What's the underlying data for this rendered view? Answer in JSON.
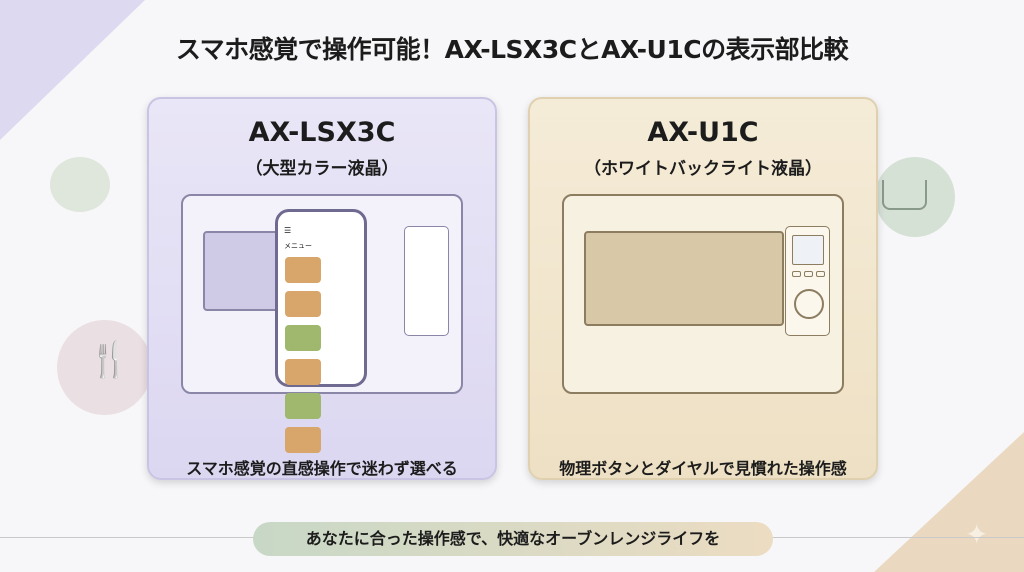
{
  "title": "スマホ感覚で操作可能！AX-LSX3CとAX-U1Cの表示部比較",
  "left_card": {
    "model": "AX-LSX3C",
    "subtitle": "（大型カラー液晶）",
    "caption": "スマホ感覚の直感操作で迷わず選べる",
    "phone_menu_title": "メニュー",
    "accent": "#dcd7f1"
  },
  "right_card": {
    "model": "AX-U1C",
    "subtitle": "（ホワイトバックライト液晶）",
    "caption": "物理ボタンとダイヤルで見慣れた操作感",
    "accent": "#eee0c4"
  },
  "footer": {
    "text": "あなたに合った操作感で、快適なオーブンレンジライフを"
  },
  "icons": [
    "fork-icon",
    "knife-icon",
    "pot-icon",
    "sparkle-icon",
    "hamburger-menu-icon",
    "bell-icon",
    "home-icon",
    "grid-icon",
    "user-icon"
  ]
}
